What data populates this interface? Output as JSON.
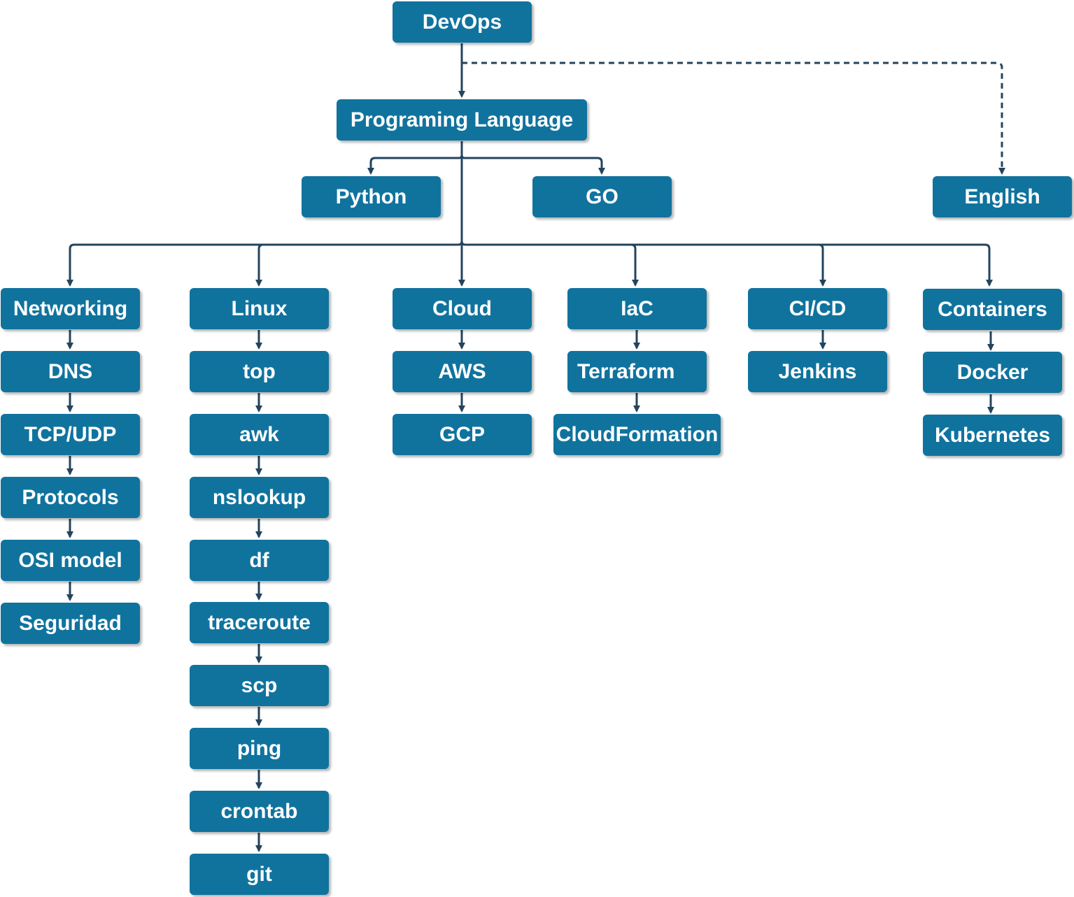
{
  "nodes": {
    "devops": "DevOps",
    "programming": "Programing Language",
    "python": "Python",
    "go": "GO",
    "english": "English",
    "networking": "Networking",
    "dns": "DNS",
    "tcpudp": "TCP/UDP",
    "protocols": "Protocols",
    "osi": "OSI model",
    "seguridad": "Seguridad",
    "linux": "Linux",
    "top": "top",
    "awk": "awk",
    "nslookup": "nslookup",
    "df": "df",
    "traceroute": "traceroute",
    "scp": "scp",
    "ping": "ping",
    "crontab": "crontab",
    "git": "git",
    "cloud": "Cloud",
    "aws": "AWS",
    "gcp": "GCP",
    "iac": "IaC",
    "terraform": "Terraform",
    "cloudformation": "CloudFormation",
    "cicd": "CI/CD",
    "jenkins": "Jenkins",
    "containers": "Containers",
    "docker": "Docker",
    "kubernetes": "Kubernetes"
  },
  "colors": {
    "node_fill": "#10739e",
    "node_text": "#ffffff",
    "connector": "#23445d"
  }
}
